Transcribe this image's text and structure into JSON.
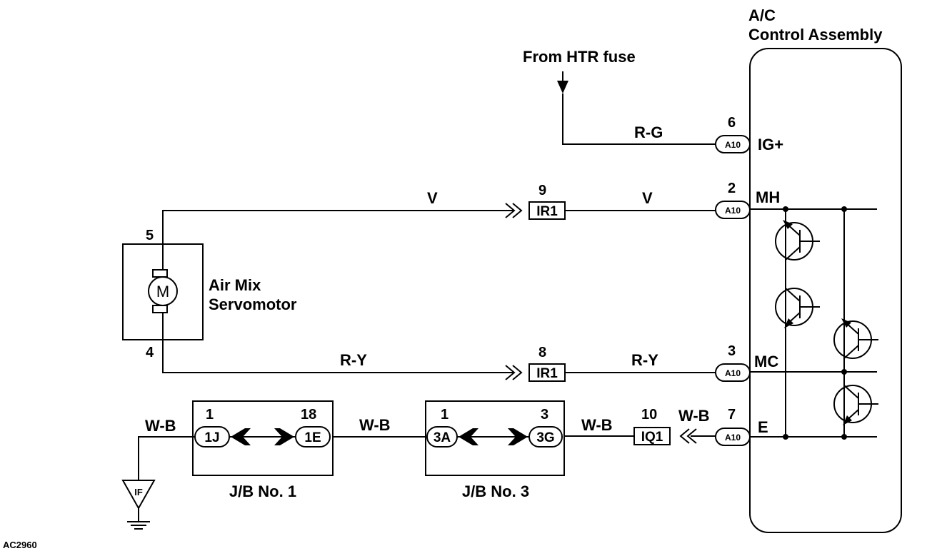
{
  "control": {
    "title_line1": "A/C",
    "title_line2": "Control Assembly"
  },
  "source": {
    "label": "From HTR fuse"
  },
  "connector_code": "A10",
  "terminals": {
    "ig": {
      "pin": "6",
      "name": "IG+"
    },
    "mh": {
      "pin": "2",
      "name": "MH"
    },
    "mc": {
      "pin": "3",
      "name": "MC"
    },
    "e": {
      "pin": "7",
      "name": "E"
    }
  },
  "wires": {
    "rg": "R-G",
    "v_left": "V",
    "v_right": "V",
    "ry_left": "R-Y",
    "ry_right": "R-Y",
    "wb_ground": "W-B",
    "wb_jb1_jb3": "W-B",
    "wb_jb3_iq1": "W-B",
    "wb_iq1_a10": "W-B"
  },
  "inline_connectors": {
    "ir1_top": {
      "pin": "9",
      "code": "IR1"
    },
    "ir1_bottom": {
      "pin": "8",
      "code": "IR1"
    },
    "iq1": {
      "pin": "10",
      "code": "IQ1"
    }
  },
  "motor": {
    "symbol": "M",
    "name_line1": "Air Mix",
    "name_line2": "Servomotor",
    "pin_top": "5",
    "pin_bottom": "4"
  },
  "junction_blocks": {
    "jb1": {
      "label": "J/B No. 1",
      "left_pin": "1",
      "left_code": "1J",
      "right_pin": "18",
      "right_code": "1E"
    },
    "jb3": {
      "label": "J/B No. 3",
      "left_pin": "1",
      "left_code": "3A",
      "right_pin": "3",
      "right_code": "3G"
    }
  },
  "ground": {
    "code": "IF"
  },
  "figure_code": "AC2960"
}
